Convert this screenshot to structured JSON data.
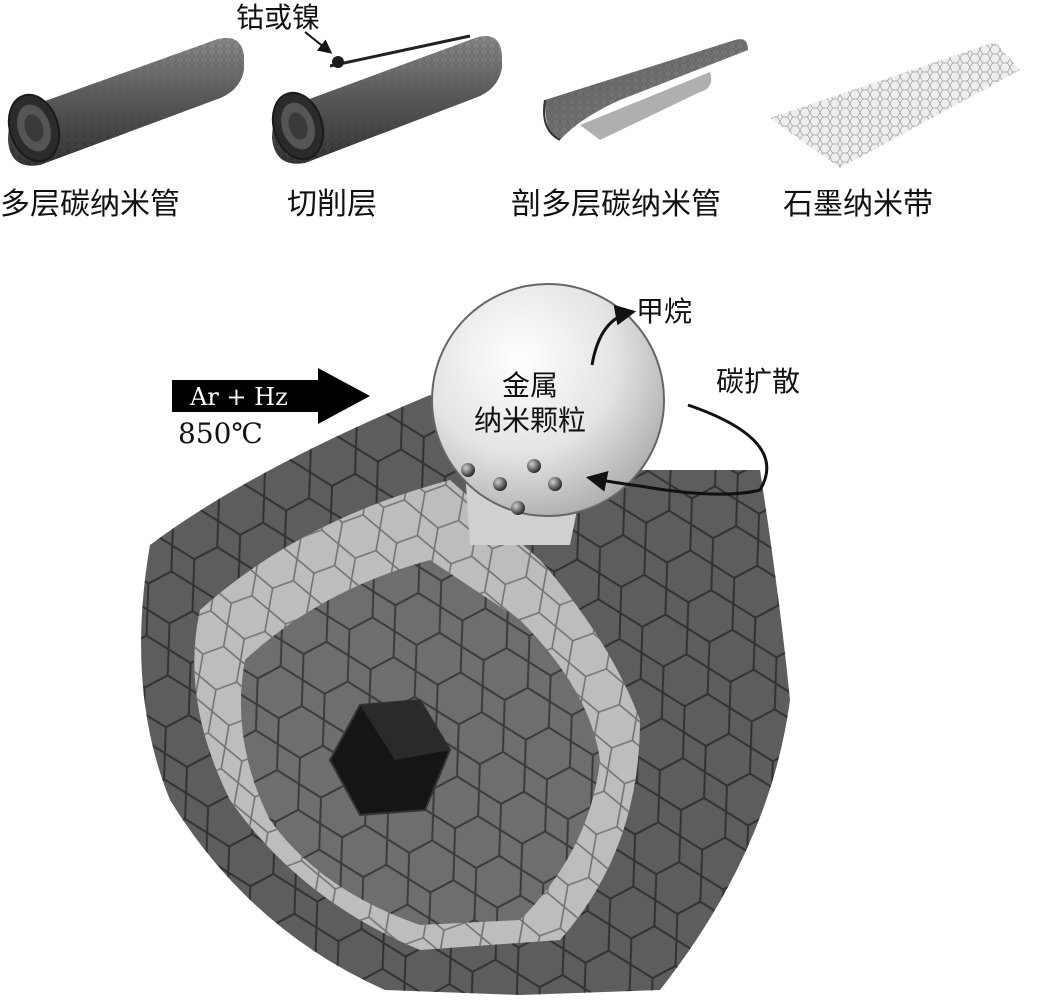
{
  "top_row": {
    "catalyst_label": "钴或镍",
    "steps": [
      {
        "label": "多层碳纳米管"
      },
      {
        "label": "切削层"
      },
      {
        "label": "剖多层碳纳米管"
      },
      {
        "label": "石墨纳米带"
      }
    ]
  },
  "growth_diagram": {
    "gas_flow_label": "Ar + Hz",
    "temperature_label": "850℃",
    "methane_label": "甲烷",
    "carbon_diffusion_label": "碳扩散",
    "particle_label_line1": "金属",
    "particle_label_line2": "纳米颗粒"
  },
  "colors": {
    "tube_dark": "#3a3a3a",
    "tube_mid": "#6b6b6b",
    "tube_light": "#9a9a9a",
    "graphene_light": "#bdbdbd",
    "sphere": "#e6e6e6",
    "arrow_fill": "#000000"
  }
}
